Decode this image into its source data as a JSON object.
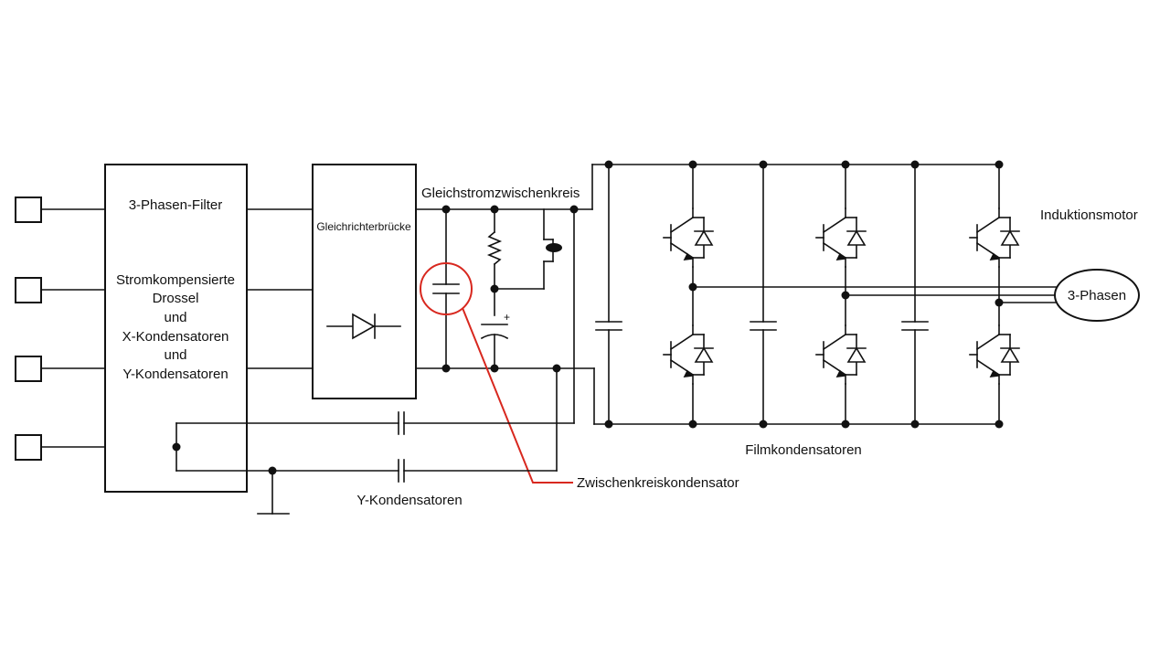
{
  "labels": {
    "filter_title": "3-Phasen-Filter",
    "filter_line1": "Stromkompensierte",
    "filter_line2": "Drossel",
    "filter_line3": "und",
    "filter_line4": "X-Kondensatoren",
    "filter_line5": "und",
    "filter_line6": "Y-Kondensatoren",
    "rectifier": "Gleichrichterbrücke",
    "dc_link": "Gleichstromzwischenkreis",
    "motor_title": "Induktionsmotor",
    "motor": "3-Phasen",
    "film_caps": "Filmkondensatoren",
    "y_caps": "Y-Kondensatoren",
    "dc_link_cap": "Zwischenkreiskondensator",
    "plus": "+"
  },
  "colors": {
    "line": "#111111",
    "highlight": "#d8281f",
    "background": "#ffffff"
  }
}
